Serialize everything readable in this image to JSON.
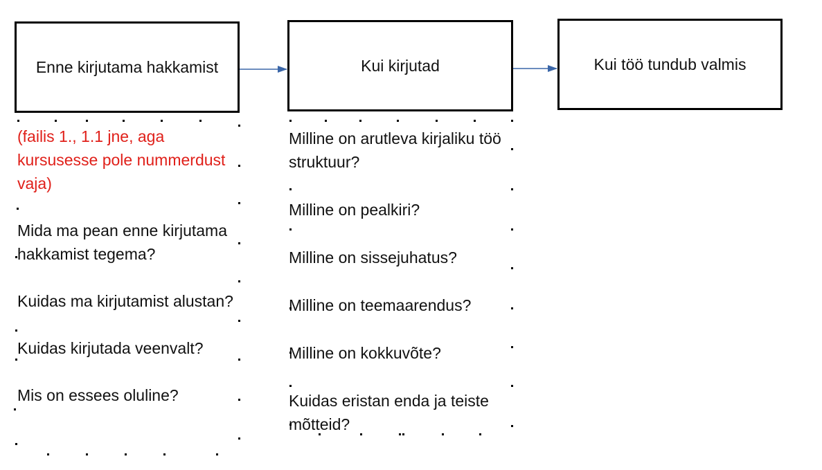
{
  "boxes": {
    "before": "Enne kirjutama hakkamist",
    "while": "Kui kirjutad",
    "done": "Kui töö tundub valmis"
  },
  "column1": {
    "note": "(failis 1., 1.1 jne, aga kursusesse pole nummerdust vaja)",
    "q1": "Mida ma pean enne kirjutama hakkamist tegema?",
    "q2": "Kuidas ma kirjutamist alustan?",
    "q3": "Kuidas kirjutada veenvalt?",
    "q4": "Mis on essees oluline?"
  },
  "column2": {
    "q1": "Milline on arutleva kirjaliku töö struktuur?",
    "q2": "Milline on pealkiri?",
    "q3": "Milline on sissejuhatus?",
    "q4": "Milline on teemaarendus?",
    "q5": "Milline on kokkuvõte?",
    "q6": "Kuidas eristan enda ja teiste mõtteid?"
  },
  "colors": {
    "arrow": "#3a66a8",
    "note": "#e0201a"
  }
}
